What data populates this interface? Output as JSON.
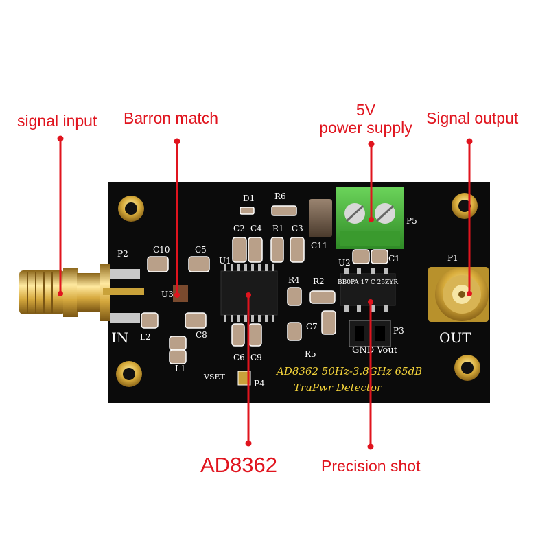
{
  "annotations": {
    "signal_input": "signal input",
    "barron_match": "Barron match",
    "power_supply_line1": "5V",
    "power_supply_line2": "power supply",
    "signal_output": "Signal output",
    "chip": "AD8362",
    "precision_shot": "Precision shot"
  },
  "board": {
    "title_line1": "AD8362 50Hz-3.8GHz 65dB",
    "title_line2": "TruPwr Detector",
    "in_label": "IN",
    "out_label": "OUT",
    "vset_label": "VSET",
    "gnd_vout_label": "GND  Vout",
    "chip_marking": "BB0PA 17 C 25ZYR",
    "refs": {
      "d1": "D1",
      "r6": "R6",
      "c2": "C2",
      "c4": "C4",
      "r1": "R1",
      "c3": "C3",
      "c11": "C11",
      "p5": "P5",
      "u2": "U2",
      "c1": "C1",
      "p1": "P1",
      "p2": "P2",
      "c10": "C10",
      "c5": "C5",
      "u1": "U1",
      "u3": "U3",
      "l2": "L2",
      "l1": "L1",
      "c8": "C8",
      "c6": "C6",
      "c9": "C9",
      "p4": "P4",
      "r4": "R4",
      "r2": "R2",
      "c7": "C7",
      "r5": "R5",
      "p3": "P3"
    }
  },
  "colors": {
    "annotation": "#e0141e",
    "board": "#0b0b0b",
    "terminal_block": "#4caf3a",
    "gold": "#c9a23a"
  }
}
